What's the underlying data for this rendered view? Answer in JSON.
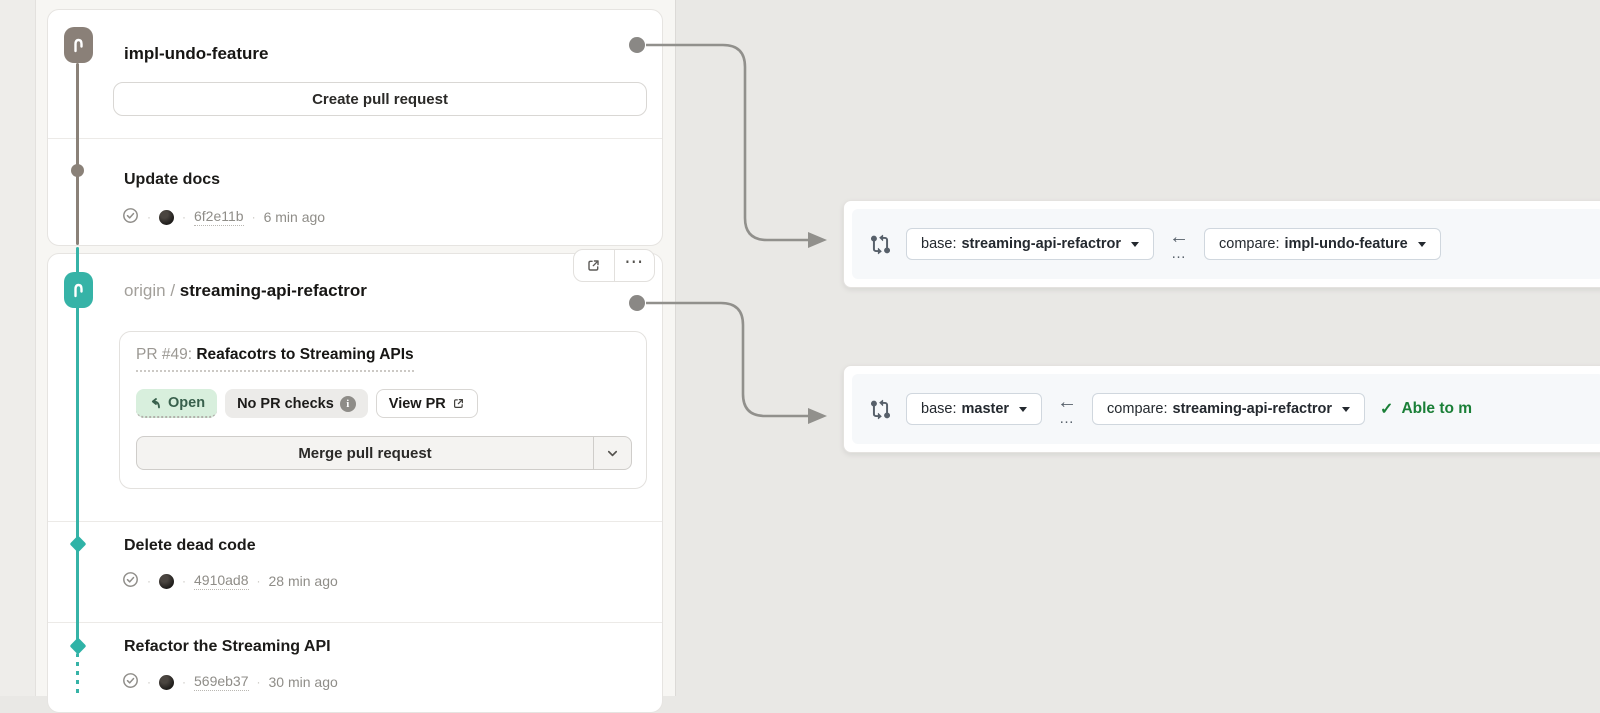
{
  "ui": {
    "sep": "·",
    "more_dots": "⋯"
  },
  "lane": {
    "branch1": {
      "name": "impl-undo-feature",
      "create_pr_label": "Create pull request",
      "commits": [
        {
          "title": "Update docs",
          "hash": "6f2e11b",
          "time": "6 min ago"
        }
      ]
    },
    "branch2": {
      "remote": "origin",
      "sep": "/",
      "name": "streaming-api-refactror",
      "pr": {
        "label": "PR #49:",
        "title": "Reafacotrs to Streaming APIs",
        "open_label": "Open",
        "checks_label": "No PR checks",
        "info_glyph": "i",
        "view_pr_label": "View PR",
        "merge_label": "Merge pull request"
      },
      "commits": [
        {
          "title": "Delete dead code",
          "hash": "4910ad8",
          "time": "28 min ago"
        },
        {
          "title": "Refactor the Streaming API",
          "hash": "569eb37",
          "time": "30 min ago"
        }
      ]
    }
  },
  "compare_cards": [
    {
      "base_label": "base:",
      "base_value": "streaming-api-refactror",
      "swap_arrow": "←",
      "swap_dots": "…",
      "compare_label": "compare:",
      "compare_value": "impl-undo-feature"
    },
    {
      "base_label": "base:",
      "base_value": "master",
      "swap_arrow": "←",
      "swap_dots": "…",
      "compare_label": "compare:",
      "compare_value": "streaming-api-refactror",
      "check_glyph": "✓",
      "merge_status": "Able to m"
    }
  ],
  "colors": {
    "accent_teal": "#36b3a7",
    "branch_taupe": "#8a8078",
    "open_badge_bg": "#d8efdd",
    "merge_ok_green": "#1a7f37",
    "compare_bar_bg": "#f6f8fa"
  }
}
